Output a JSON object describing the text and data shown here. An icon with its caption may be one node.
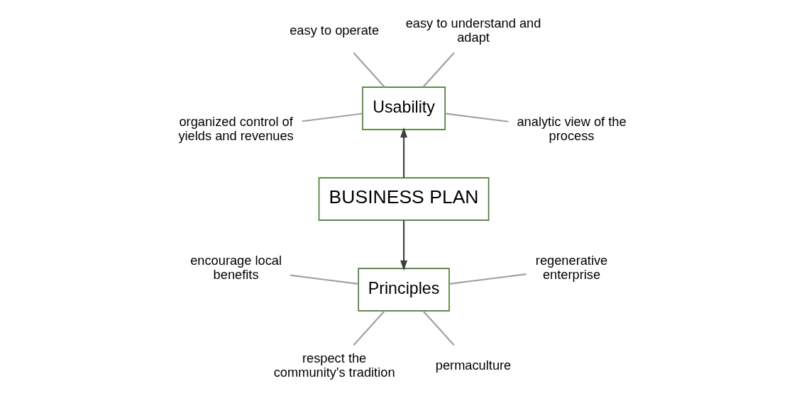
{
  "diagram": {
    "nodes": [
      {
        "text": [
          "BUSINESS PLAN"
        ]
      },
      {
        "text": [
          "Usability"
        ]
      },
      {
        "text": [
          "Principles"
        ]
      },
      {
        "text": [
          "analytic view of the process"
        ]
      },
      {
        "text": [
          "easy to understand and adapt"
        ]
      },
      {
        "text": [
          "easy to operate"
        ]
      },
      {
        "text": [
          "organized control of yields and revenues"
        ]
      },
      {
        "text": [
          "encourage local benefits"
        ]
      },
      {
        "text": [
          "respect the community's tradition"
        ]
      },
      {
        "text": [
          "permaculture"
        ]
      },
      {
        "text": [
          "regenerative enterprise"
        ]
      }
    ],
    "edges": [
      {
        "from": 0,
        "to": 1,
        "arrow": "to",
        "color": "#404040"
      },
      {
        "from": 0,
        "to": 2,
        "arrow": "to",
        "color": "#404040"
      },
      {
        "from": 1,
        "to": 3,
        "arrow": "none"
      },
      {
        "from": 1,
        "to": 4,
        "arrow": "none"
      },
      {
        "from": 1,
        "to": 5,
        "arrow": "none"
      },
      {
        "from": 1,
        "to": 6,
        "arrow": "none"
      },
      {
        "from": 2,
        "to": 7,
        "arrow": "none"
      },
      {
        "from": 2,
        "to": 8,
        "arrow": "none"
      },
      {
        "from": 2,
        "to": 9,
        "arrow": "none"
      },
      {
        "from": 2,
        "to": 10,
        "arrow": "none"
      }
    ]
  }
}
